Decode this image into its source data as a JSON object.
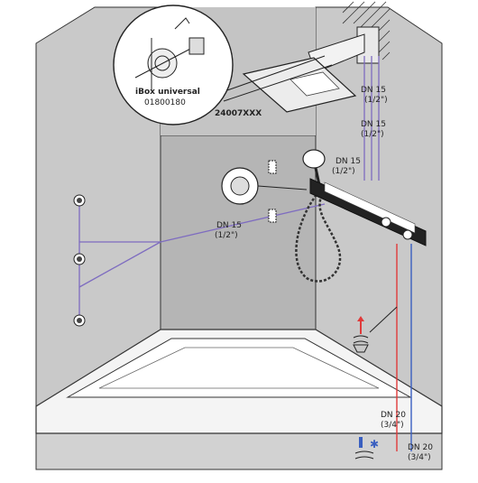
{
  "callouts": {
    "ibox_label": "iBox universal",
    "ibox_code": "01800180",
    "head_code": "24007XXX"
  },
  "pipes": [
    {
      "dn": "DN 15",
      "inch": "(1/2\")"
    },
    {
      "dn": "DN 15",
      "inch": "(1/2\")"
    },
    {
      "dn": "DN 15",
      "inch": "(1/2\")"
    },
    {
      "dn": "DN 15",
      "inch": "(1/2\")"
    },
    {
      "dn": "DN 20",
      "inch": "(3/4\")"
    },
    {
      "dn": "DN 20",
      "inch": "(3/4\")"
    }
  ],
  "colors": {
    "wall": "#c9c9c9",
    "wall_center": "#b9b9b9",
    "floor": "#d6d6d6",
    "pipe_purple": "#7e6cc0",
    "pipe_hot": "#e03a3a",
    "pipe_cold": "#3a5fc0",
    "line": "#222222"
  },
  "icons": [
    "hot-water-icon",
    "cold-water-icon",
    "jet-icon",
    "diverter-icon",
    "thermostat-icon"
  ]
}
